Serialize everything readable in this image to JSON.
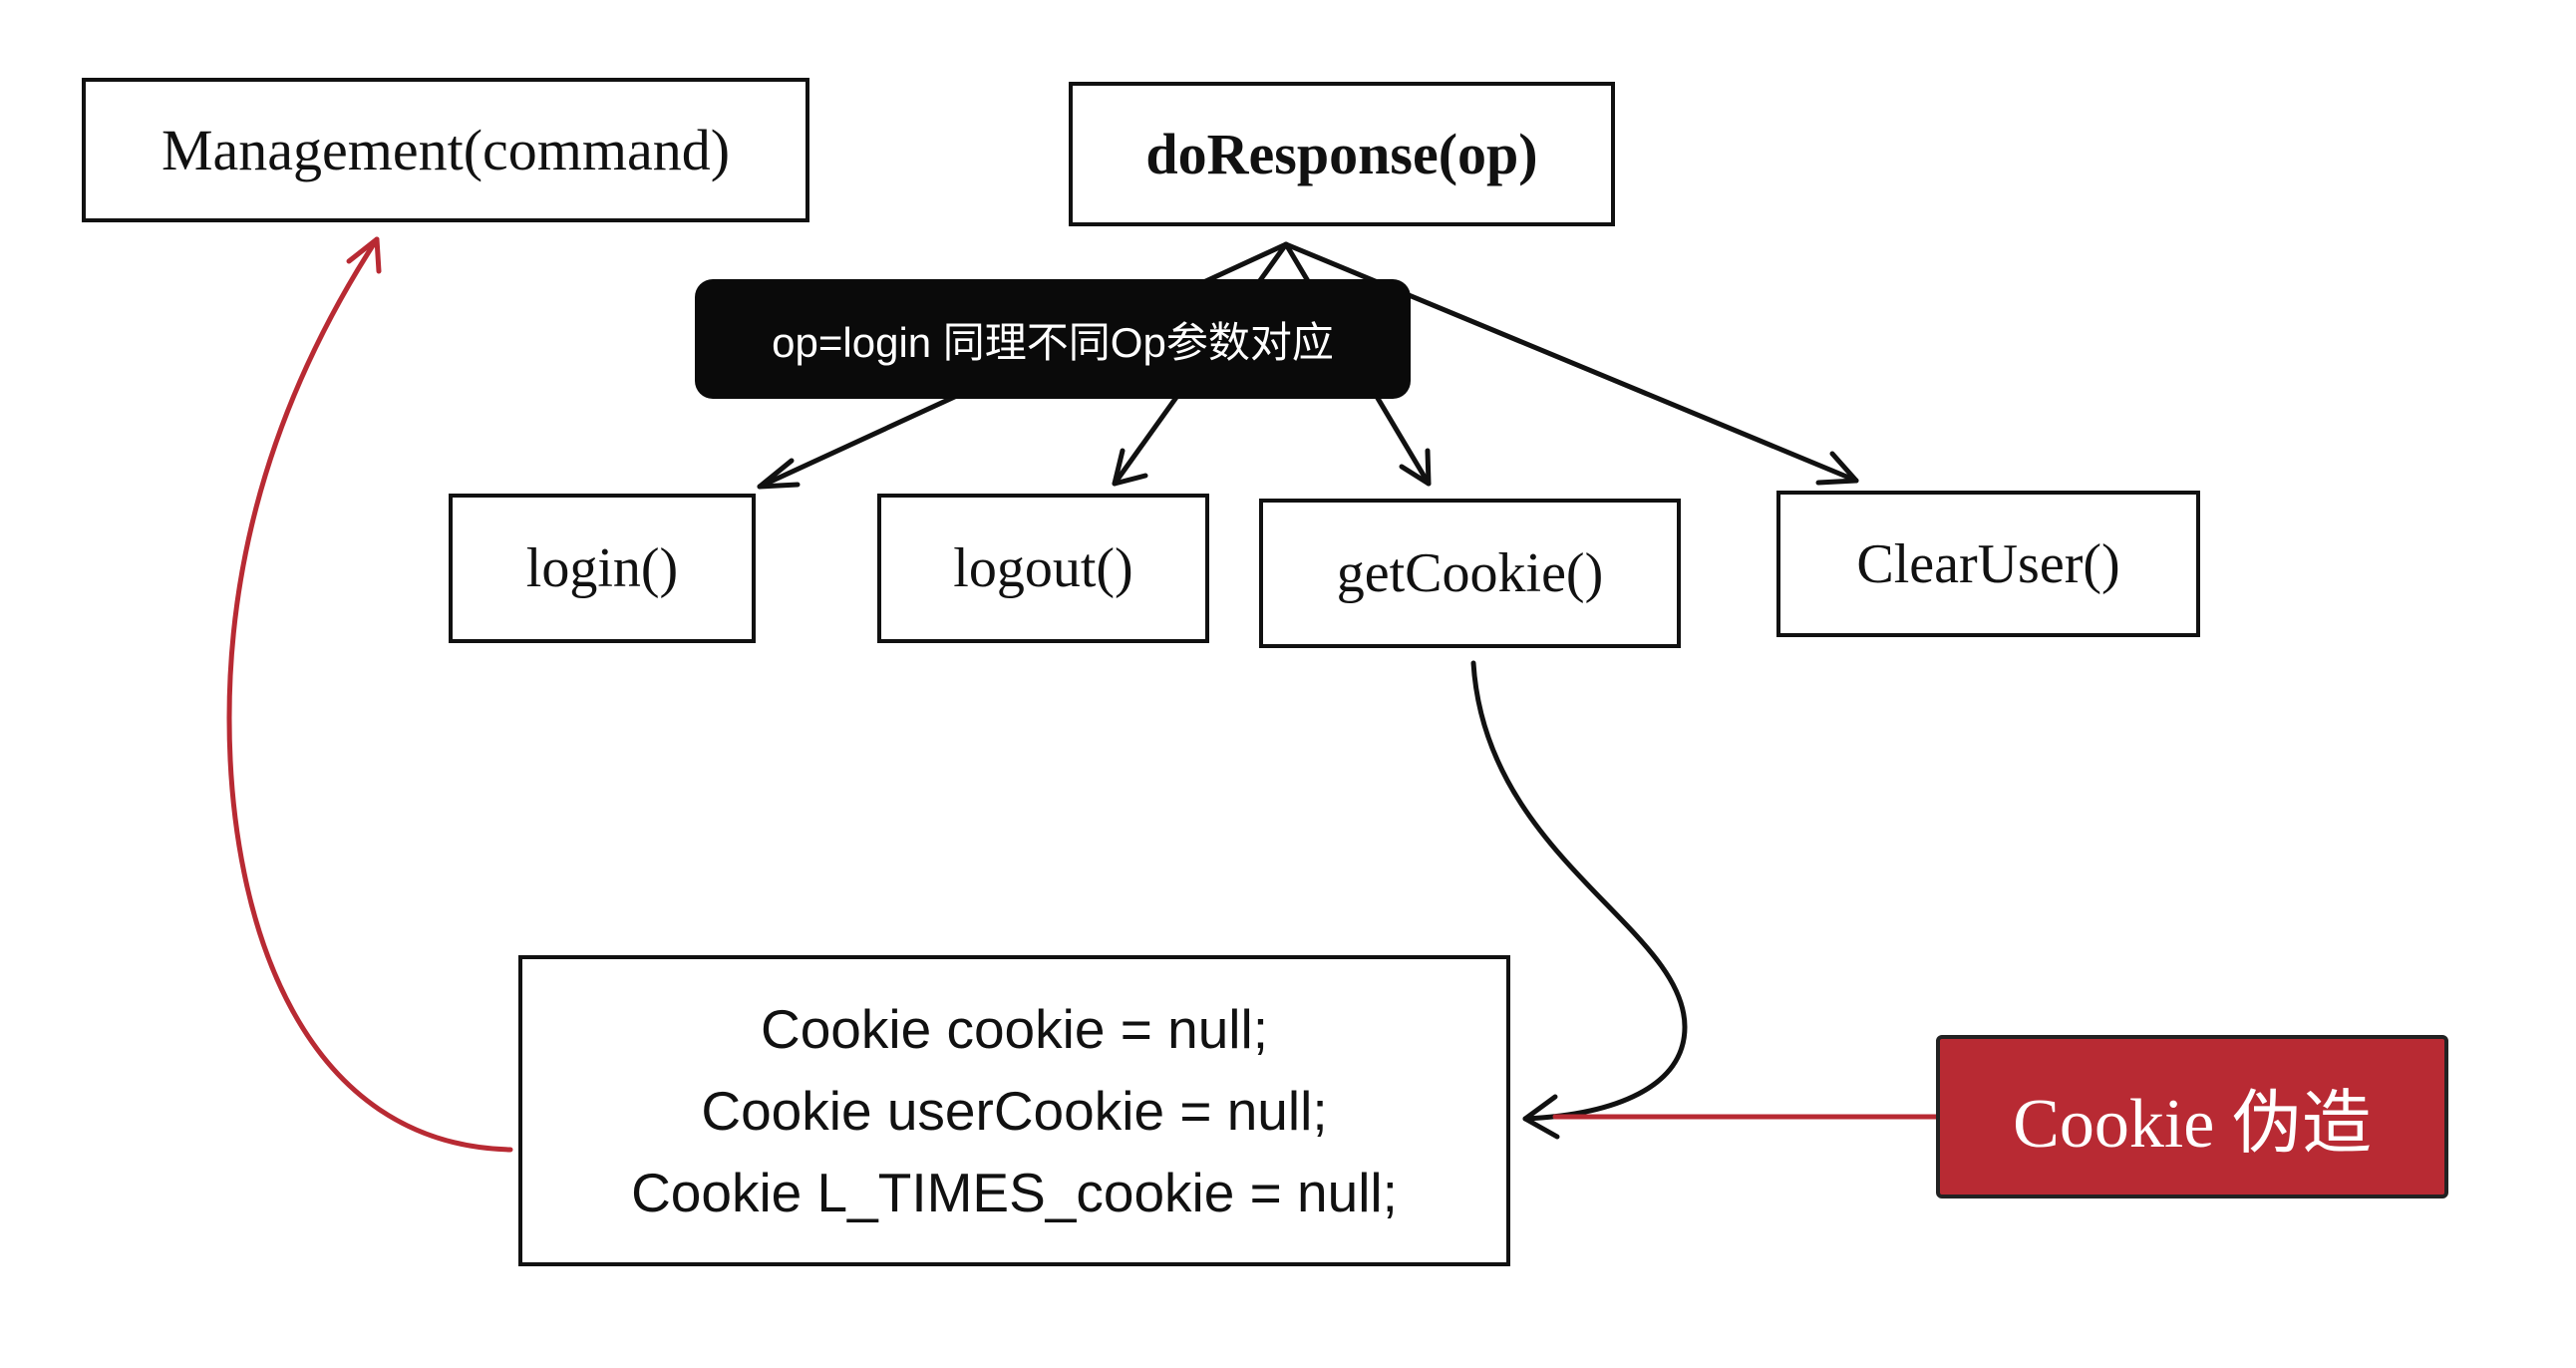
{
  "diagram": {
    "nodes": {
      "management": "Management(command)",
      "do_response": "doResponse(op)",
      "login": "login()",
      "logout": "logout()",
      "get_cookie": "getCookie()",
      "clear_user": "ClearUser()",
      "cookie_declarations": [
        "Cookie cookie = null;",
        "Cookie userCookie = null;",
        "Cookie L_TIMES_cookie = null;"
      ],
      "forgery_tag": "Cookie 伪造"
    },
    "note": "op=login 同理不同Op参数对应"
  },
  "colors": {
    "ink": "#111111",
    "accent_red": "#b82a33",
    "note_background": "#0a0a0a"
  }
}
